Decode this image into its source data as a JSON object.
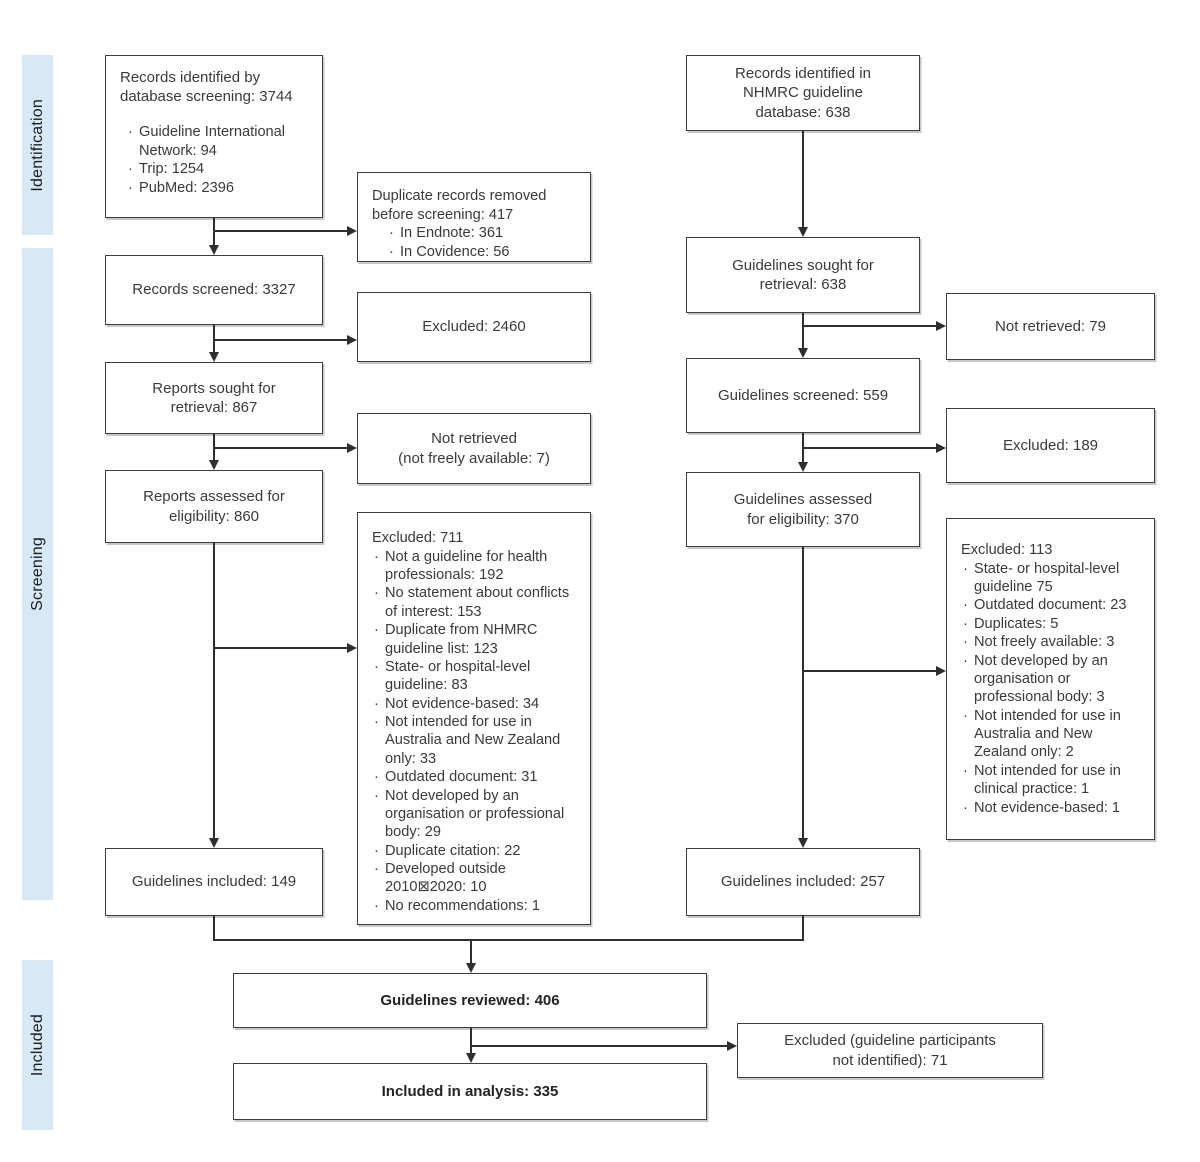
{
  "bullet_char": "·",
  "colors": {
    "stage_bar_bg": "#d7e8f6",
    "box_border": "#3d3d3d",
    "flow_line": "#2e2e2e",
    "text": "#3a3a3a"
  },
  "stage_labels": {
    "identification": "Identification",
    "screening": "Screening",
    "included": "Included"
  },
  "boxes": {
    "db_records": {
      "title": "Records identified by\ndatabase screening: 3744",
      "items": [
        "Guideline International Network: 94",
        "Trip: 1254",
        "PubMed: 2396"
      ]
    },
    "duplicates_removed": {
      "title": "Duplicate records removed\nbefore screening: 417",
      "items": [
        "In Endnote: 361",
        "In Covidence: 56"
      ]
    },
    "records_screened": {
      "title": "Records screened: 3327"
    },
    "excluded_2460": {
      "title": "Excluded: 2460"
    },
    "reports_sought": {
      "title": "Reports sought for\nretrieval: 867"
    },
    "not_retrieved_7": {
      "title": "Not retrieved\n(not freely available: 7)"
    },
    "reports_assessed": {
      "title": "Reports assessed for\neligibility: 860"
    },
    "excluded_711": {
      "title": "Excluded: 711",
      "items": [
        "Not a guideline for health professionals: 192",
        "No statement about conflicts of interest: 153",
        "Duplicate from NHMRC guideline list: 123",
        "State- or hospital-level guideline: 83",
        "Not evidence-based: 34",
        "Not intended for use in Australia and New Zealand only: 33",
        "Outdated document: 31",
        "Not developed by an organisation or professional body: 29",
        "Duplicate citation: 22",
        "Developed outside 2010⊠2020: 10",
        "No recommendations: 1"
      ]
    },
    "guidelines_included_149": {
      "title": "Guidelines included: 149"
    },
    "nhmrc_records": {
      "title": "Records identified in\nNHMRC guideline\ndatabase: 638"
    },
    "guidelines_sought": {
      "title": "Guidelines sought for\nretrieval: 638"
    },
    "not_retrieved_79": {
      "title": "Not retrieved: 79"
    },
    "guidelines_screened": {
      "title": "Guidelines screened: 559"
    },
    "excluded_189": {
      "title": "Excluded: 189"
    },
    "guidelines_assessed": {
      "title": "Guidelines assessed\nfor eligibility: 370"
    },
    "excluded_113": {
      "title": "Excluded: 113",
      "items": [
        "State- or hospital-level guideline 75",
        "Outdated document: 23",
        "Duplicates: 5",
        "Not freely available: 3",
        "Not developed by an organisation or professional body: 3",
        "Not intended for use in Australia and New Zealand only: 2",
        "Not intended for use in clinical practice: 1",
        "Not evidence-based: 1"
      ]
    },
    "guidelines_included_257": {
      "title": "Guidelines included: 257"
    },
    "guidelines_reviewed": {
      "title": "Guidelines reviewed: 406"
    },
    "excluded_participants": {
      "title": "Excluded (guideline participants\nnot identified): 71"
    },
    "included_analysis": {
      "title": "Included in analysis: 335"
    }
  }
}
